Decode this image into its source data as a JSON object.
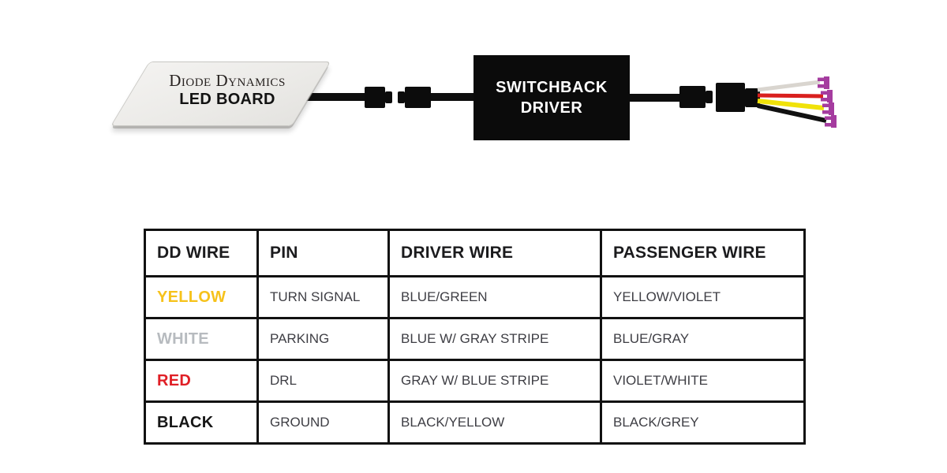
{
  "diagram": {
    "led_board": {
      "brand": "Diode Dynamics",
      "label": "LED BOARD"
    },
    "driver_box": {
      "line1": "SWITCHBACK",
      "line2": "DRIVER"
    },
    "output_wires": [
      {
        "name": "white wire",
        "color": "#d9d5cf"
      },
      {
        "name": "red wire",
        "color": "#d9201e"
      },
      {
        "name": "yellow wire",
        "color": "#f0e20a"
      },
      {
        "name": "black wire",
        "color": "#111111"
      }
    ],
    "terminal_color": "#a53c9f",
    "wire_color": "#0e0e0e"
  },
  "table": {
    "headers": [
      "DD WIRE",
      "PIN",
      "DRIVER WIRE",
      "PASSENGER WIRE"
    ],
    "rows": [
      {
        "dd_wire": "YELLOW",
        "dd_color": "#f6c21b",
        "pin": "TURN SIGNAL",
        "driver_wire": "BLUE/GREEN",
        "passenger_wire": "YELLOW/VIOLET"
      },
      {
        "dd_wire": "WHITE",
        "dd_color": "#b7bbbf",
        "pin": "PARKING",
        "driver_wire": "BLUE W/ GRAY STRIPE",
        "passenger_wire": "BLUE/GRAY"
      },
      {
        "dd_wire": "RED",
        "dd_color": "#e01f26",
        "pin": "DRL",
        "driver_wire": "GRAY W/ BLUE STRIPE",
        "passenger_wire": "VIOLET/WHITE"
      },
      {
        "dd_wire": "BLACK",
        "dd_color": "#161616",
        "pin": "GROUND",
        "driver_wire": "BLACK/YELLOW",
        "passenger_wire": "BLACK/GREY"
      }
    ]
  }
}
